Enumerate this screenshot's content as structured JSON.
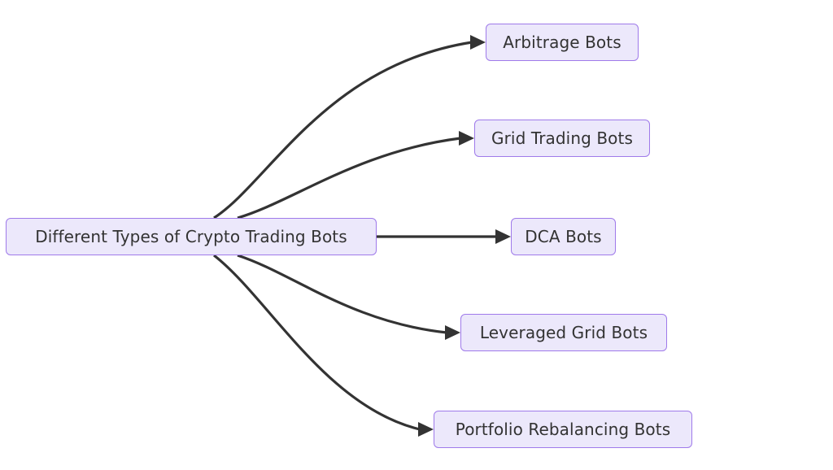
{
  "diagram": {
    "type": "mindmap-flowchart",
    "orientation": "left-to-right",
    "background_color": "#ffffff",
    "node_fill_color": "#ece8fb",
    "node_border_color": "#9f7aea",
    "node_text_color": "#333333",
    "edge_color": "#333333",
    "root": {
      "id": "root",
      "label": "Different Types of Crypto Trading Bots"
    },
    "children": [
      {
        "id": "arbitrage",
        "label": "Arbitrage Bots"
      },
      {
        "id": "grid",
        "label": "Grid Trading Bots"
      },
      {
        "id": "dca",
        "label": "DCA Bots"
      },
      {
        "id": "leveraged",
        "label": "Leveraged Grid Bots"
      },
      {
        "id": "portfolio",
        "label": "Portfolio Rebalancing Bots"
      }
    ],
    "edges": [
      {
        "from": "root",
        "to": "arbitrage",
        "style": "curved",
        "arrow": "triangle"
      },
      {
        "from": "root",
        "to": "grid",
        "style": "curved",
        "arrow": "triangle"
      },
      {
        "from": "root",
        "to": "dca",
        "style": "straight",
        "arrow": "triangle"
      },
      {
        "from": "root",
        "to": "leveraged",
        "style": "curved",
        "arrow": "triangle"
      },
      {
        "from": "root",
        "to": "portfolio",
        "style": "curved",
        "arrow": "triangle"
      }
    ]
  }
}
